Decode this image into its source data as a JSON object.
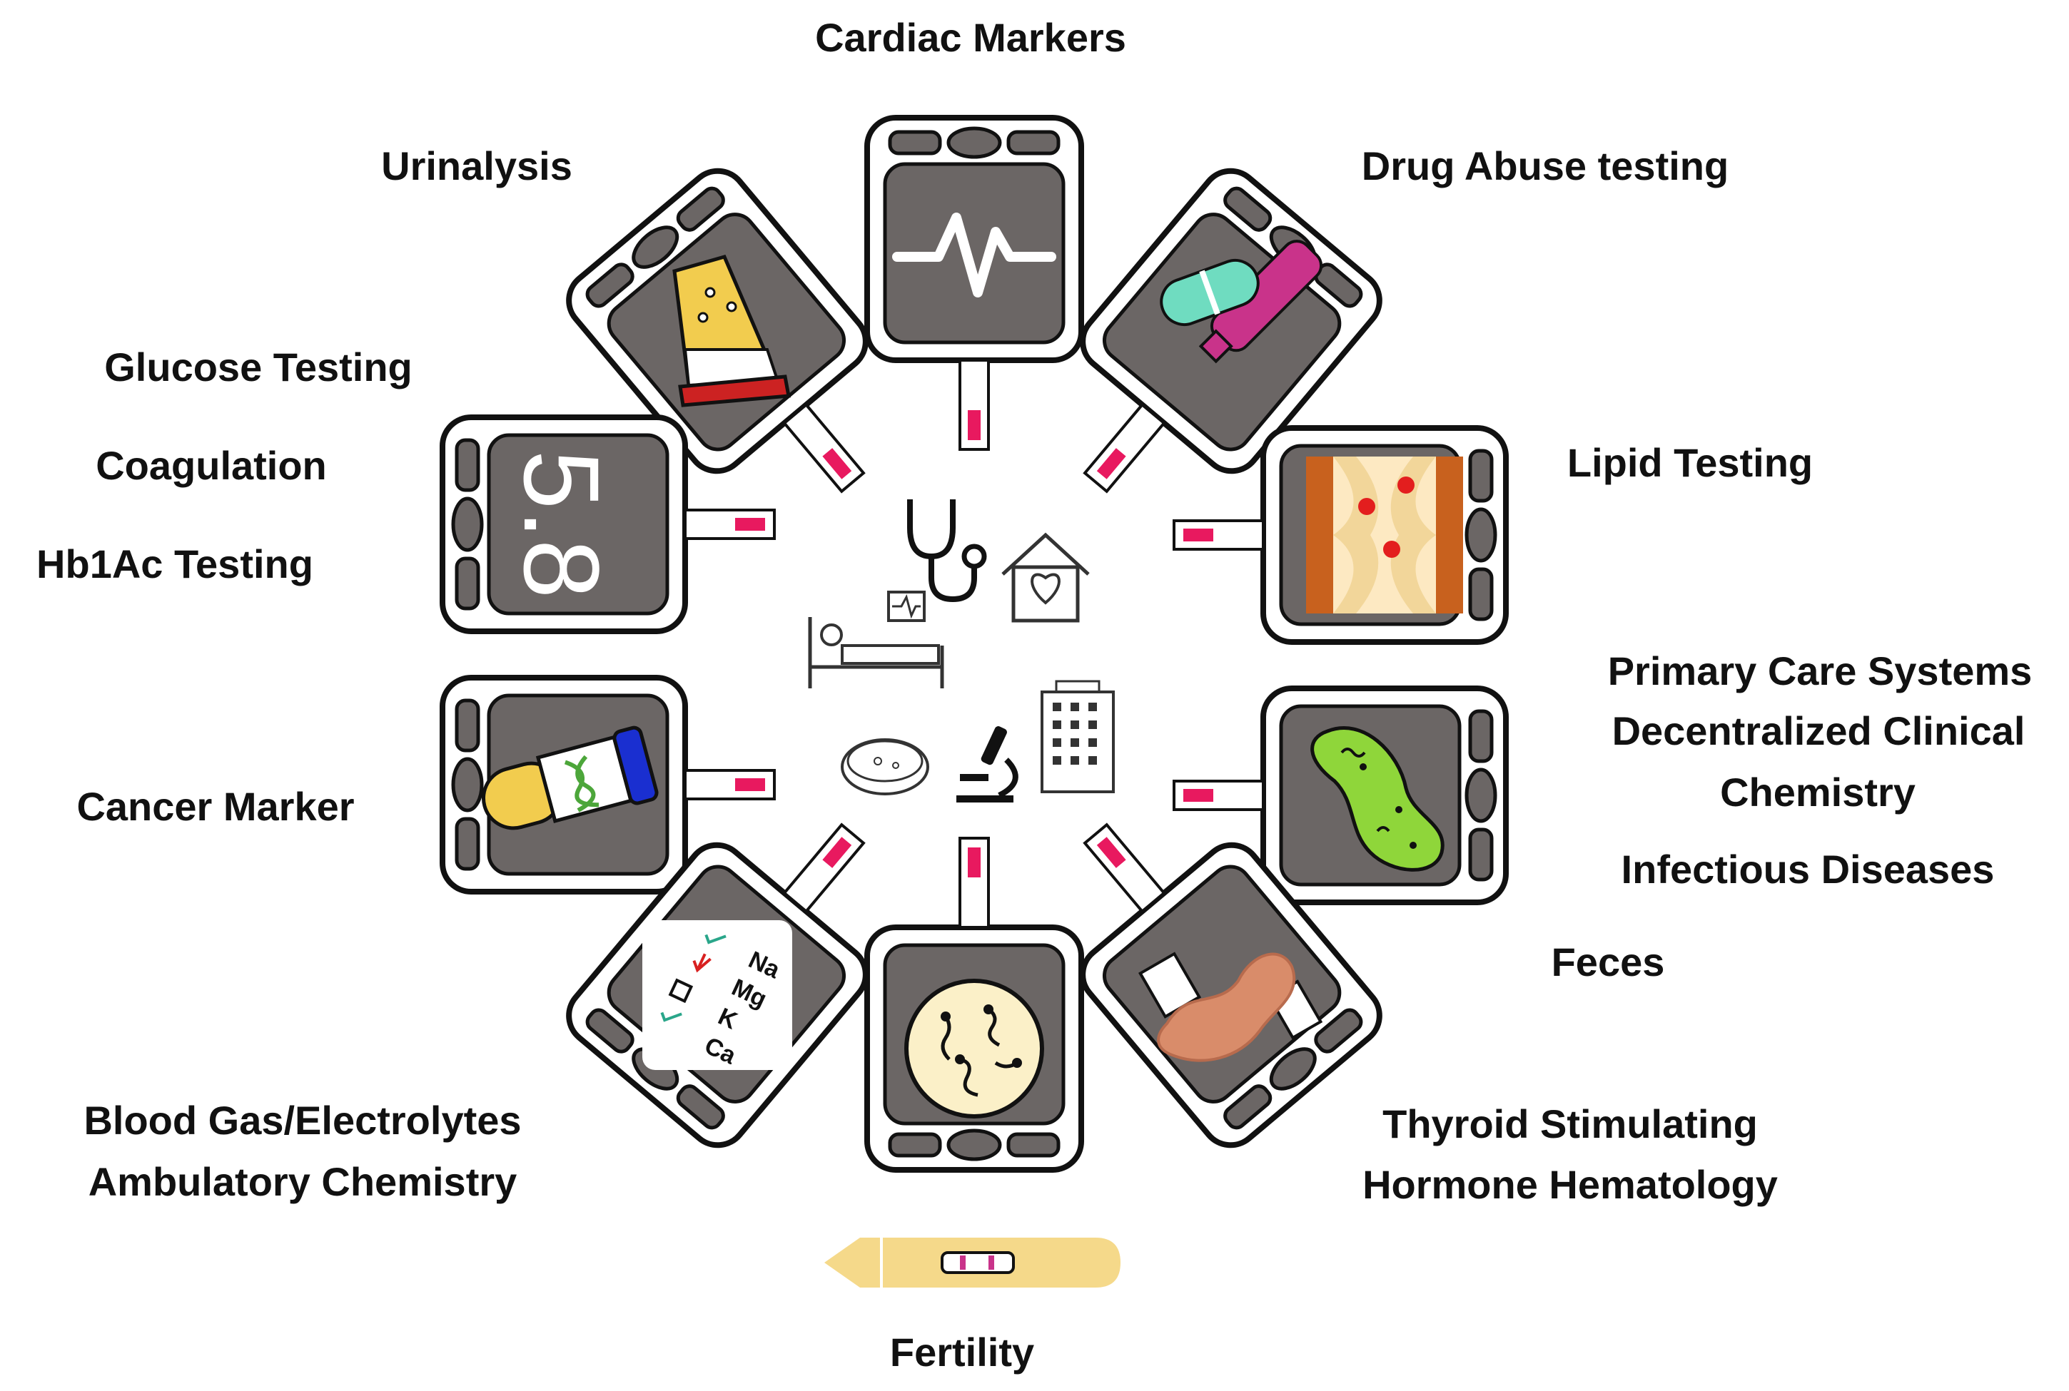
{
  "labels": {
    "cardiac": "Cardiac Markers",
    "urinalysis": "Urinalysis",
    "drug": "Drug Abuse testing",
    "glucose": "Glucose Testing",
    "coagulation": "Coagulation",
    "hb1ac": "Hb1Ac Testing",
    "lipid": "Lipid Testing",
    "primary_care": "Primary Care Systems",
    "decentralized": "Decentralized Clinical",
    "chemistry": "Chemistry",
    "infectious": "Infectious Diseases",
    "cancer": "Cancer Marker",
    "feces": "Feces",
    "blood_gas": "Blood Gas/Electrolytes",
    "ambulatory": "Ambulatory Chemistry",
    "thyroid": "Thyroid Stimulating",
    "hormone": "Hormone Hematology",
    "fertility": "Fertility"
  },
  "screen_text": {
    "glucose_reading": "5.8",
    "electrolytes": [
      "Na",
      "Mg",
      "K",
      "Ca"
    ]
  },
  "colors": {
    "device_body": "#6b6665",
    "device_outline": "#111111",
    "strip_marker": "#e8195f",
    "accent_yellow": "#f2cc4e",
    "accent_red": "#cc2222",
    "pill_green": "#6fdcc0",
    "bottle_pink": "#c9338a",
    "lipid_orange": "#c8611e",
    "bacteria_green": "#8fd63a",
    "fertility_yellow": "#f5d98a",
    "feces_brown": "#d98c6a"
  }
}
